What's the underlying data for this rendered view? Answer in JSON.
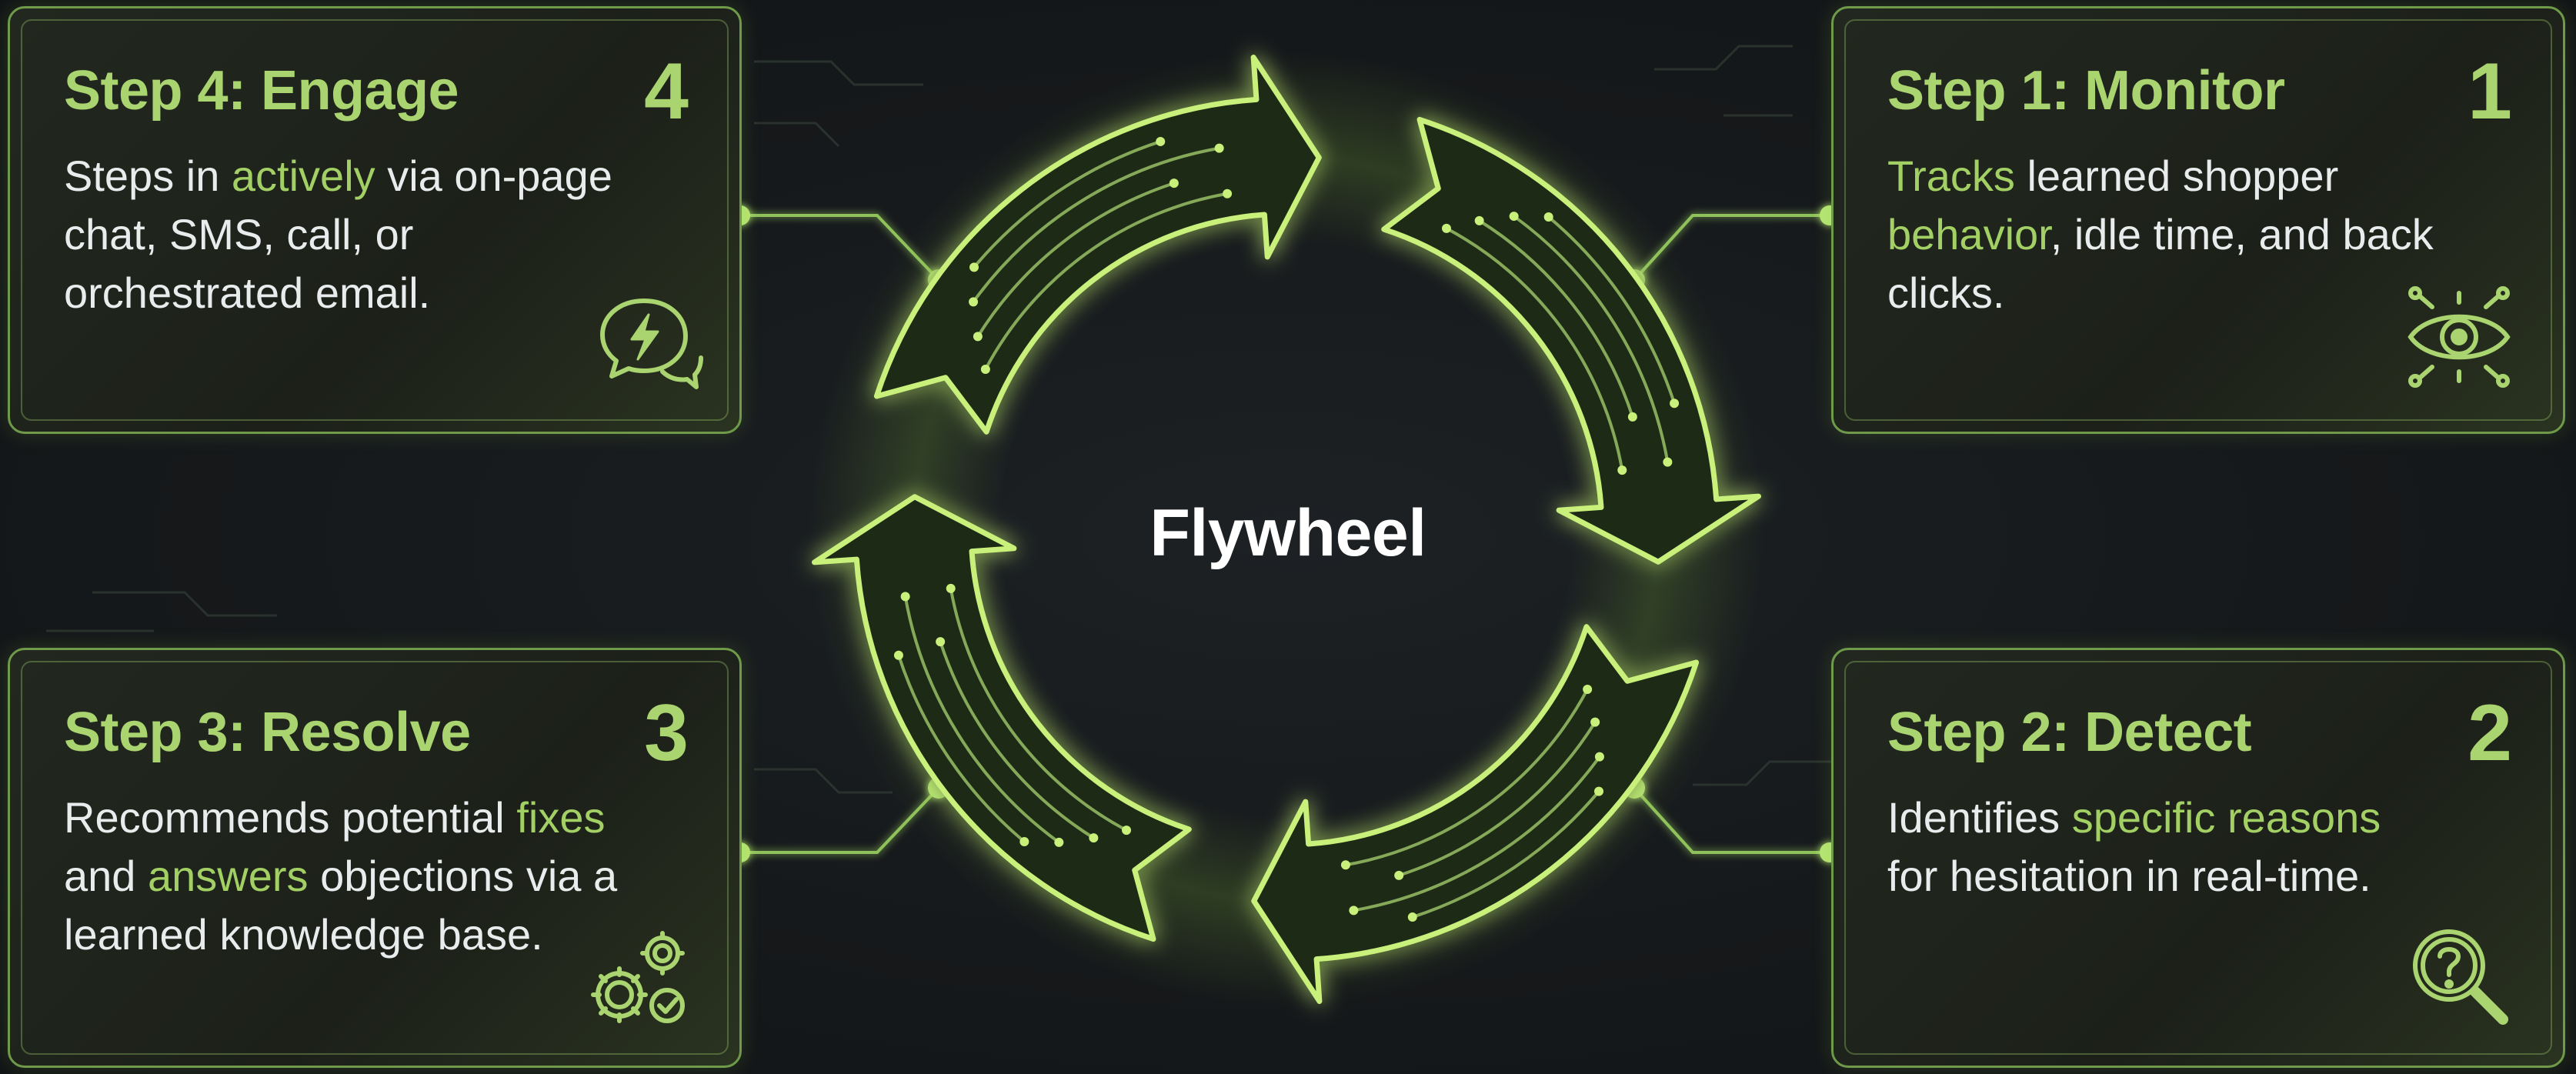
{
  "center": {
    "title": "Flywheel"
  },
  "steps": [
    {
      "title": "Step 1: Monitor",
      "number": "1",
      "body": [
        {
          "text": "Tracks",
          "highlight": true
        },
        {
          "text": " learned shopper ",
          "highlight": false
        },
        {
          "text": "behavior",
          "highlight": true
        },
        {
          "text": ", idle time, and back clicks.",
          "highlight": false
        }
      ],
      "icon": "eye-icon"
    },
    {
      "title": "Step 2: Detect",
      "number": "2",
      "body": [
        {
          "text": "Identifies ",
          "highlight": false
        },
        {
          "text": "specific reasons",
          "highlight": true
        },
        {
          "text": " for hesitation in real-time.",
          "highlight": false
        }
      ],
      "icon": "magnifier-question-icon"
    },
    {
      "title": "Step 3: Resolve",
      "number": "3",
      "body": [
        {
          "text": "Recommends potential ",
          "highlight": false
        },
        {
          "text": "fixes",
          "highlight": true
        },
        {
          "text": " and ",
          "highlight": false
        },
        {
          "text": "answers",
          "highlight": true
        },
        {
          "text": " objections via a learned knowledge base.",
          "highlight": false
        }
      ],
      "icon": "gears-check-icon"
    },
    {
      "title": "Step 4: Engage",
      "number": "4",
      "body": [
        {
          "text": "Steps in ",
          "highlight": false
        },
        {
          "text": "actively",
          "highlight": true
        },
        {
          "text": " via on-page chat, SMS, call, or orchestrated email.",
          "highlight": false
        }
      ],
      "icon": "chat-bolt-icon"
    }
  ],
  "colors": {
    "accent": "#a9d470",
    "accent_bright": "#c8f07a",
    "card_border": "#6f9a4a",
    "background": "#16191b",
    "body_text": "#e9ecec"
  }
}
